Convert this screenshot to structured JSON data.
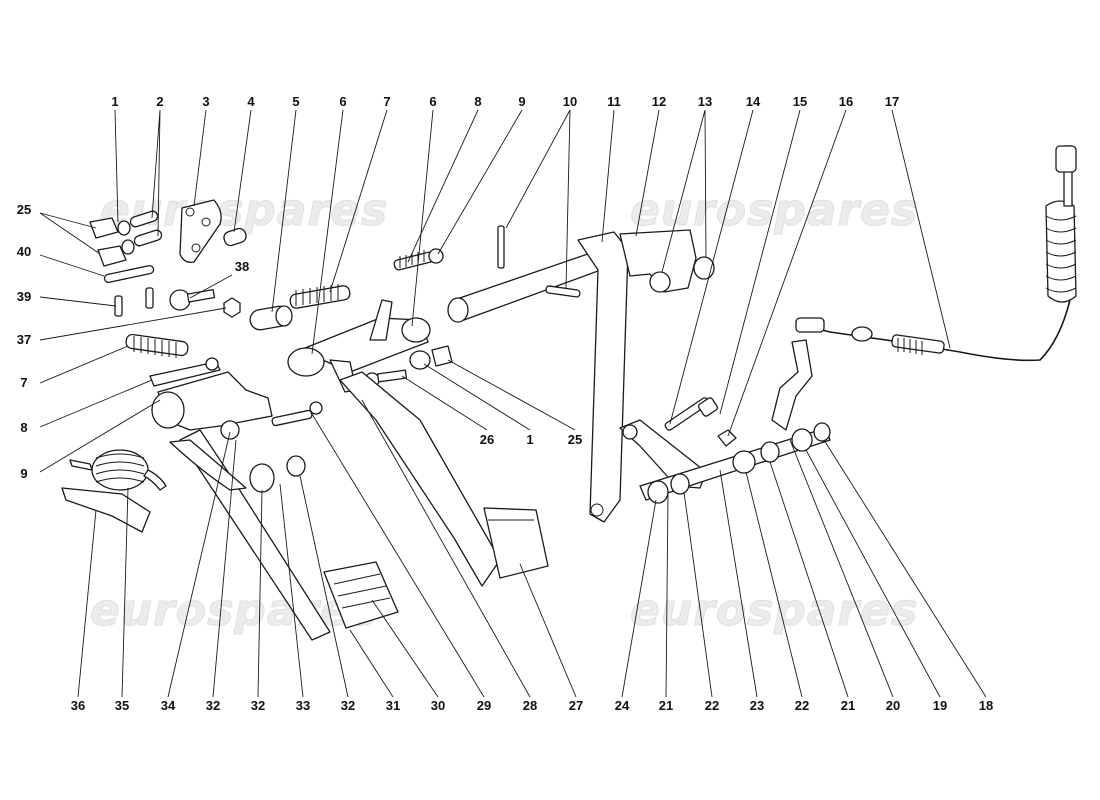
{
  "watermark_text": "eurospares",
  "callouts": [
    {
      "id": "c1",
      "label": "1"
    },
    {
      "id": "c2",
      "label": "2"
    },
    {
      "id": "c3",
      "label": "3"
    },
    {
      "id": "c4",
      "label": "4"
    },
    {
      "id": "c5",
      "label": "5"
    },
    {
      "id": "c6a",
      "label": "6"
    },
    {
      "id": "c7a",
      "label": "7"
    },
    {
      "id": "c6b",
      "label": "6"
    },
    {
      "id": "c8a",
      "label": "8"
    },
    {
      "id": "c9a",
      "label": "9"
    },
    {
      "id": "c10",
      "label": "10"
    },
    {
      "id": "c11",
      "label": "11"
    },
    {
      "id": "c12",
      "label": "12"
    },
    {
      "id": "c13",
      "label": "13"
    },
    {
      "id": "c14",
      "label": "14"
    },
    {
      "id": "c15",
      "label": "15"
    },
    {
      "id": "c16",
      "label": "16"
    },
    {
      "id": "c17",
      "label": "17"
    },
    {
      "id": "c25a",
      "label": "25"
    },
    {
      "id": "c40",
      "label": "40"
    },
    {
      "id": "c39",
      "label": "39"
    },
    {
      "id": "c37",
      "label": "37"
    },
    {
      "id": "c7b",
      "label": "7"
    },
    {
      "id": "c8b",
      "label": "8"
    },
    {
      "id": "c9b",
      "label": "9"
    },
    {
      "id": "c38",
      "label": "38"
    },
    {
      "id": "c26",
      "label": "26"
    },
    {
      "id": "c1b",
      "label": "1"
    },
    {
      "id": "c25b",
      "label": "25"
    },
    {
      "id": "c36",
      "label": "36"
    },
    {
      "id": "c35",
      "label": "35"
    },
    {
      "id": "c34",
      "label": "34"
    },
    {
      "id": "c32a",
      "label": "32"
    },
    {
      "id": "c32b",
      "label": "32"
    },
    {
      "id": "c33",
      "label": "33"
    },
    {
      "id": "c32c",
      "label": "32"
    },
    {
      "id": "c31",
      "label": "31"
    },
    {
      "id": "c30",
      "label": "30"
    },
    {
      "id": "c29",
      "label": "29"
    },
    {
      "id": "c28",
      "label": "28"
    },
    {
      "id": "c27",
      "label": "27"
    },
    {
      "id": "c24",
      "label": "24"
    },
    {
      "id": "c21a",
      "label": "21"
    },
    {
      "id": "c22a",
      "label": "22"
    },
    {
      "id": "c23",
      "label": "23"
    },
    {
      "id": "c22b",
      "label": "22"
    },
    {
      "id": "c21b",
      "label": "21"
    },
    {
      "id": "c20",
      "label": "20"
    },
    {
      "id": "c19",
      "label": "19"
    },
    {
      "id": "c18",
      "label": "18"
    }
  ]
}
